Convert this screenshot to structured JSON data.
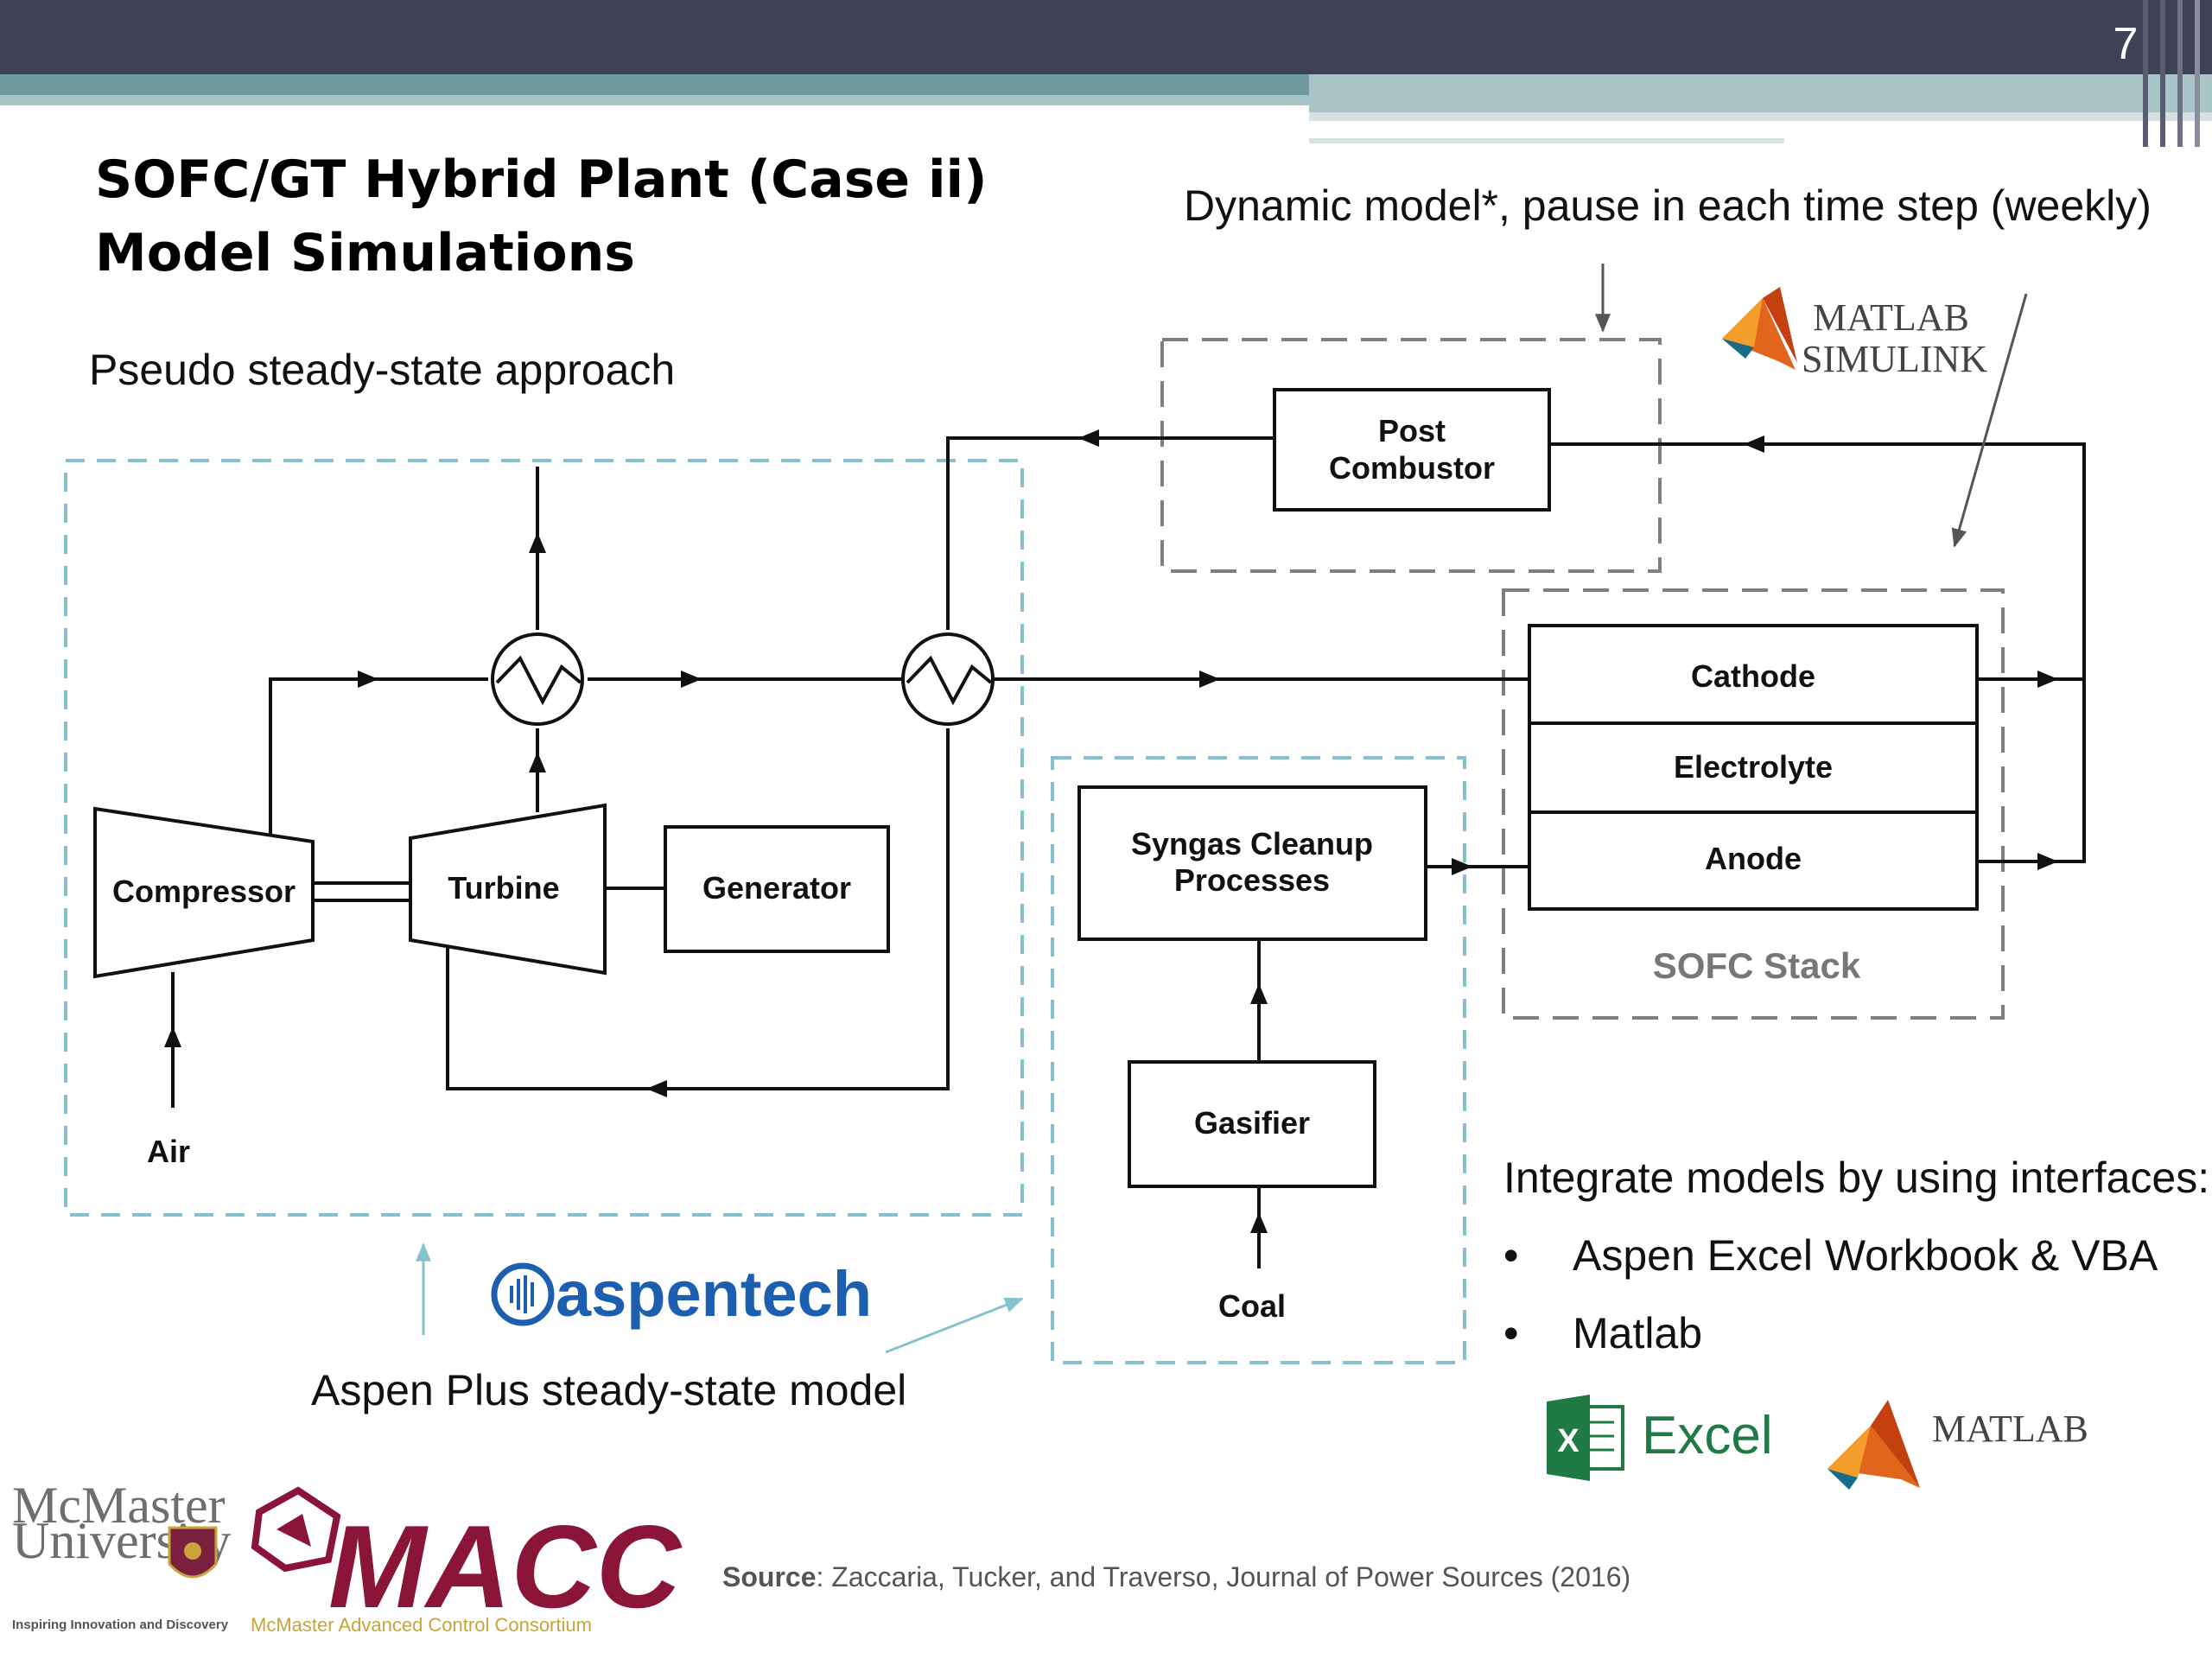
{
  "slide": {
    "number": "7",
    "title_line1": "SOFC/GT Hybrid Plant (Case ii)",
    "title_line2": "Model Simulations"
  },
  "annotations": {
    "pseudo_steady_state": "Pseudo steady-state approach",
    "dynamic_model": "Dynamic model*, pause in each time step (weekly)",
    "aspen_model": "Aspen Plus steady-state model",
    "integrate_title": "Integrate models by using interfaces:",
    "integrate_items": [
      "Aspen Excel Workbook & VBA",
      "Matlab"
    ],
    "bullet": "•"
  },
  "diagram": {
    "compressor": "Compressor",
    "turbine": "Turbine",
    "generator": "Generator",
    "post_combustor_line1": "Post",
    "post_combustor_line2": "Combustor",
    "syngas_line1": "Syngas Cleanup",
    "syngas_line2": "Processes",
    "gasifier": "Gasifier",
    "coal": "Coal",
    "air": "Air",
    "cathode": "Cathode",
    "electrolyte": "Electrolyte",
    "anode": "Anode",
    "sofc_stack": "SOFC Stack"
  },
  "logos": {
    "matlab_top_line1": "MATLAB",
    "matlab_top_line2": "SIMULINK",
    "aspentech": "aspentech",
    "excel": "Excel",
    "matlab_bottom": "MATLAB",
    "mcmaster_line1": "McMaster",
    "mcmaster_line2": "University",
    "mcmaster_tagline": "Inspiring Innovation and Discovery",
    "macc": "MACC",
    "macc_sub": "McMaster Advanced Control Consortium"
  },
  "source": {
    "label": "Source",
    "text": ": Zaccaria, Tucker, and Traverso, Journal of Power Sources (2016)"
  },
  "colors": {
    "header_dark": "#3f4156",
    "header_teal": "#6e9a9d",
    "dashed_teal": "#86c2ce",
    "dashed_gray": "#7f7f7f",
    "line": "#111111",
    "aspen_blue": "#1c5fb0",
    "excel_green": "#1f7a44",
    "macc_red": "#8b1538"
  }
}
